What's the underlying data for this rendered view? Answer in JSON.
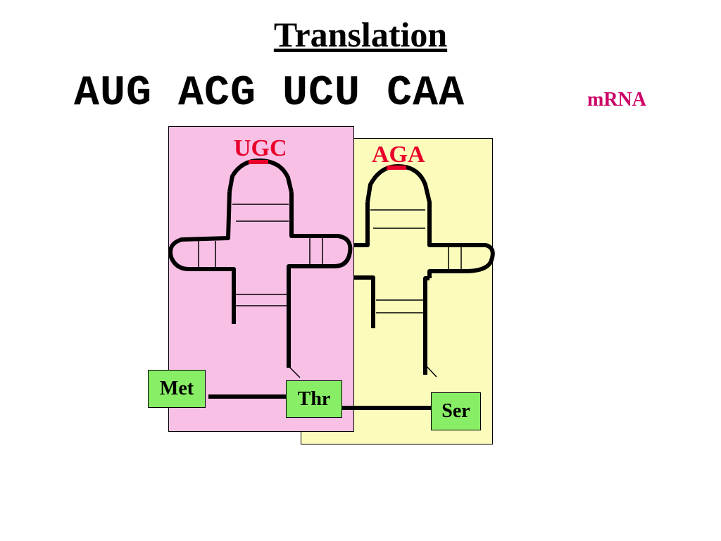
{
  "title": "Translation",
  "mrna": {
    "codons": "AUG ACG UCU CAA",
    "label": "mRNA"
  },
  "trnas": [
    {
      "anticodon": "UGC",
      "panel_color": "#f9c0e6"
    },
    {
      "anticodon": "AGA",
      "panel_color": "#fbfbbc"
    }
  ],
  "amino_acids": [
    "Met",
    "Thr",
    "Ser"
  ],
  "colors": {
    "anticodon_red": "#e8002a",
    "mrna_label": "#cc0066",
    "amino_acid_fill": "#88ee66",
    "line": "#000000"
  }
}
